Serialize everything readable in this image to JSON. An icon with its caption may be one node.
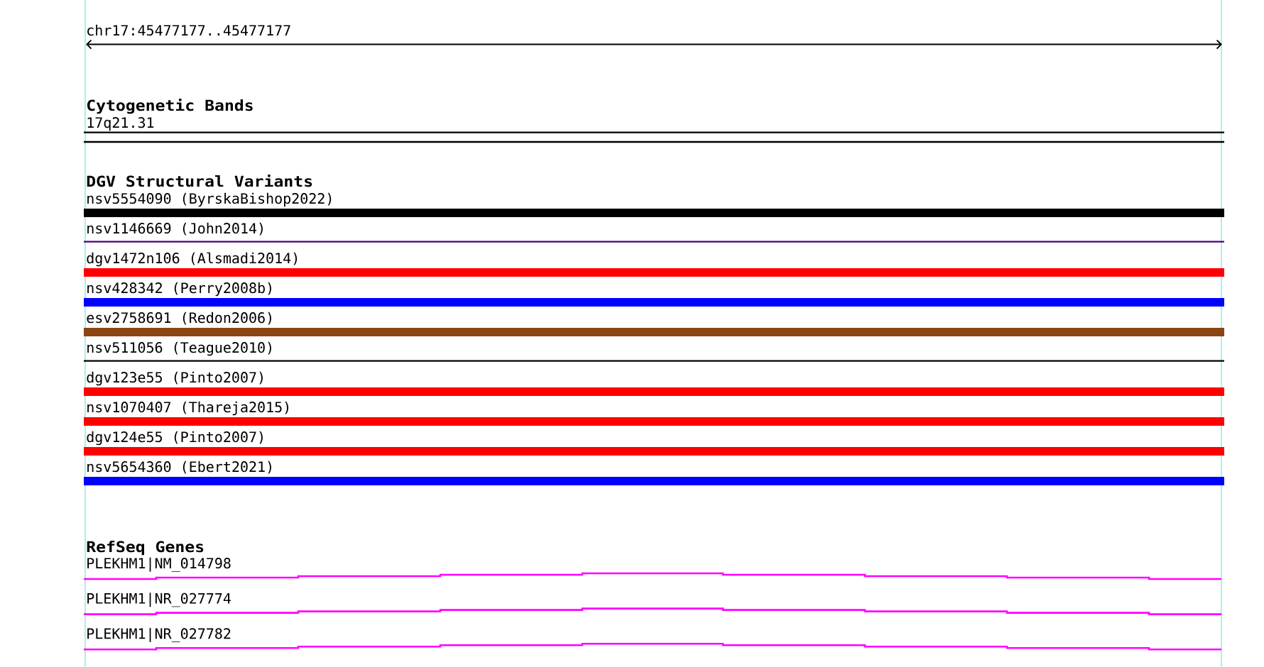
{
  "diagram": {
    "nodes": [
      {
        "text": [
          "17q21.31"
        ]
      },
      {
        "text": [
          "nsv5554090 (ByrskaBishop2022)"
        ]
      },
      {
        "text": [
          "nsv1146669 (John2014)"
        ]
      },
      {
        "text": [
          "dgv1472n106 (Alsmadi2014)"
        ]
      },
      {
        "text": [
          "nsv428342 (Perry2008b)"
        ]
      },
      {
        "text": [
          "esv2758691 (Redon2006)"
        ]
      },
      {
        "text": [
          "nsv511056 (Teague2010)"
        ]
      },
      {
        "text": [
          "dgv123e55 (Pinto2007)"
        ]
      },
      {
        "text": [
          "nsv1070407 (Thareja2015)"
        ]
      },
      {
        "text": [
          "dgv124e55 (Pinto2007)"
        ]
      },
      {
        "text": [
          "nsv5654360 (Ebert2021)"
        ]
      },
      {
        "text": [
          "PLEKHM1|NM_014798"
        ]
      },
      {
        "text": [
          "PLEKHM1|NR_027774"
        ]
      },
      {
        "text": [
          "PLEKHM1|NR_027782"
        ]
      }
    ],
    "labels": [
      "chr17:45477177..45477177",
      "Cytogenetic Bands",
      "DGV Structural Variants",
      "RefSeq Genes"
    ]
  }
}
